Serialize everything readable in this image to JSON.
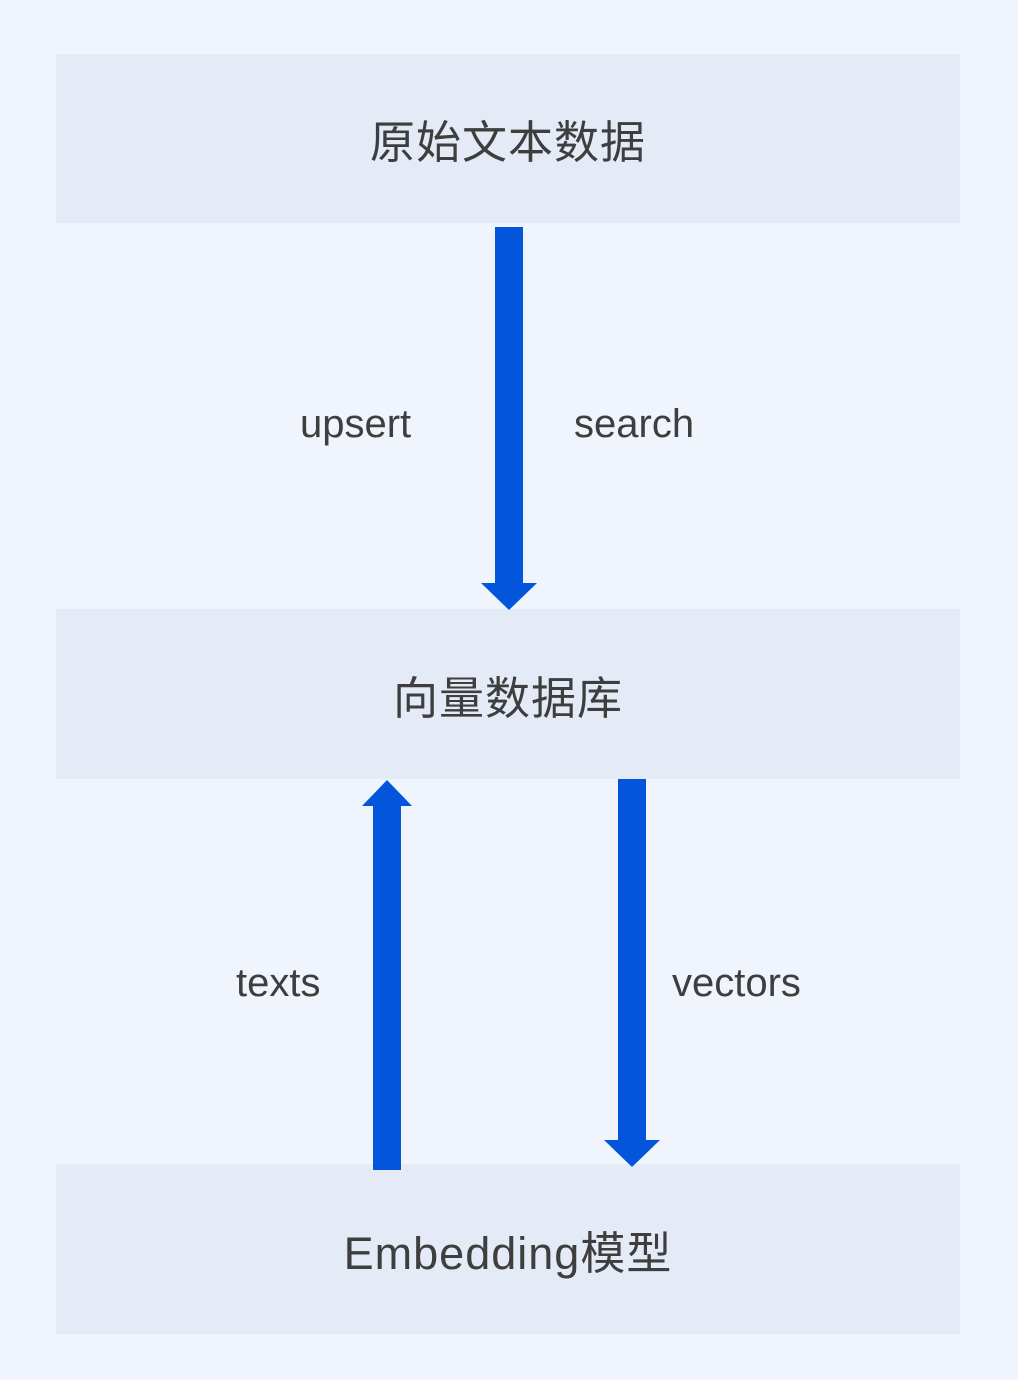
{
  "diagram": {
    "title": "vector-database-embedding-flow",
    "nodes": [
      {
        "id": "raw_text",
        "label": "原始文本数据"
      },
      {
        "id": "vector_db",
        "label": "向量数据库"
      },
      {
        "id": "embedding",
        "label": "Embedding模型"
      }
    ],
    "edges": [
      {
        "from": "raw_text",
        "to": "vector_db",
        "direction": "down",
        "labels": [
          "upsert",
          "search"
        ]
      },
      {
        "from": "embedding",
        "to": "vector_db",
        "direction": "up",
        "label": "texts"
      },
      {
        "from": "vector_db",
        "to": "embedding",
        "direction": "down",
        "label": "vectors"
      }
    ],
    "colors": {
      "background": "#f0f5fd",
      "node_fill": "#e4eaf6",
      "arrow": "#0356db",
      "text": "#3e3e3e"
    }
  }
}
